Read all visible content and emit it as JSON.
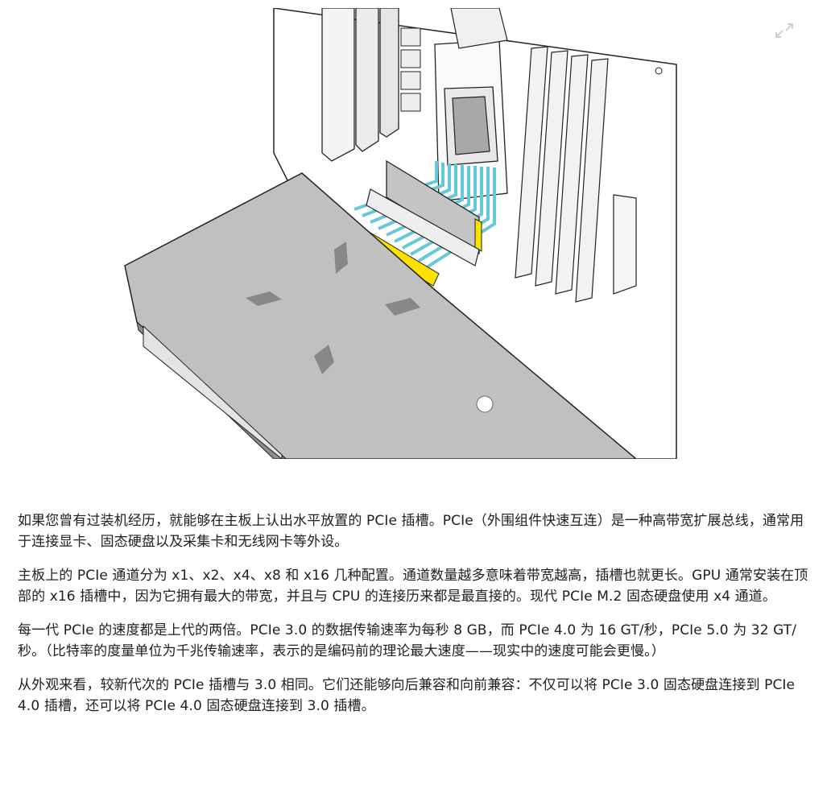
{
  "figure": {
    "expand_icon": "expand-icon",
    "accent_color": "#ffe100",
    "trace_color": "#66c9d9",
    "card_color": "#bfbfbf"
  },
  "article": {
    "paragraphs": [
      "如果您曾有过装机经历，就能够在主板上认出水平放置的 PCIe 插槽。PCIe（外围组件快速互连）是一种高带宽扩展总线，通常用于连接显卡、固态硬盘以及采集卡和无线网卡等外设。",
      "主板上的 PCIe 通道分为 x1、x2、x4、x8 和 x16 几种配置。通道数量越多意味着带宽越高，插槽也就更长。GPU 通常安装在顶部的 x16 插槽中，因为它拥有最大的带宽，并且与 CPU 的连接历来都是最直接的。现代 PCIe M.2 固态硬盘使用 x4 通道。",
      "每一代 PCIe 的速度都是上代的两倍。PCIe 3.0 的数据传输速率为每秒 8 GB，而 PCIe 4.0 为 16 GT/秒，PCIe 5.0 为 32 GT/秒。（比特率的度量单位为千兆传输速率，表示的是编码前的理论最大速度——现实中的速度可能会更慢。）",
      "从外观来看，较新代次的 PCIe 插槽与 3.0 相同。它们还能够向后兼容和向前兼容：不仅可以将 PCIe 3.0 固态硬盘连接到 PCIe 4.0 插槽，还可以将 PCIe 4.0 固态硬盘连接到 3.0 插槽。"
    ]
  }
}
